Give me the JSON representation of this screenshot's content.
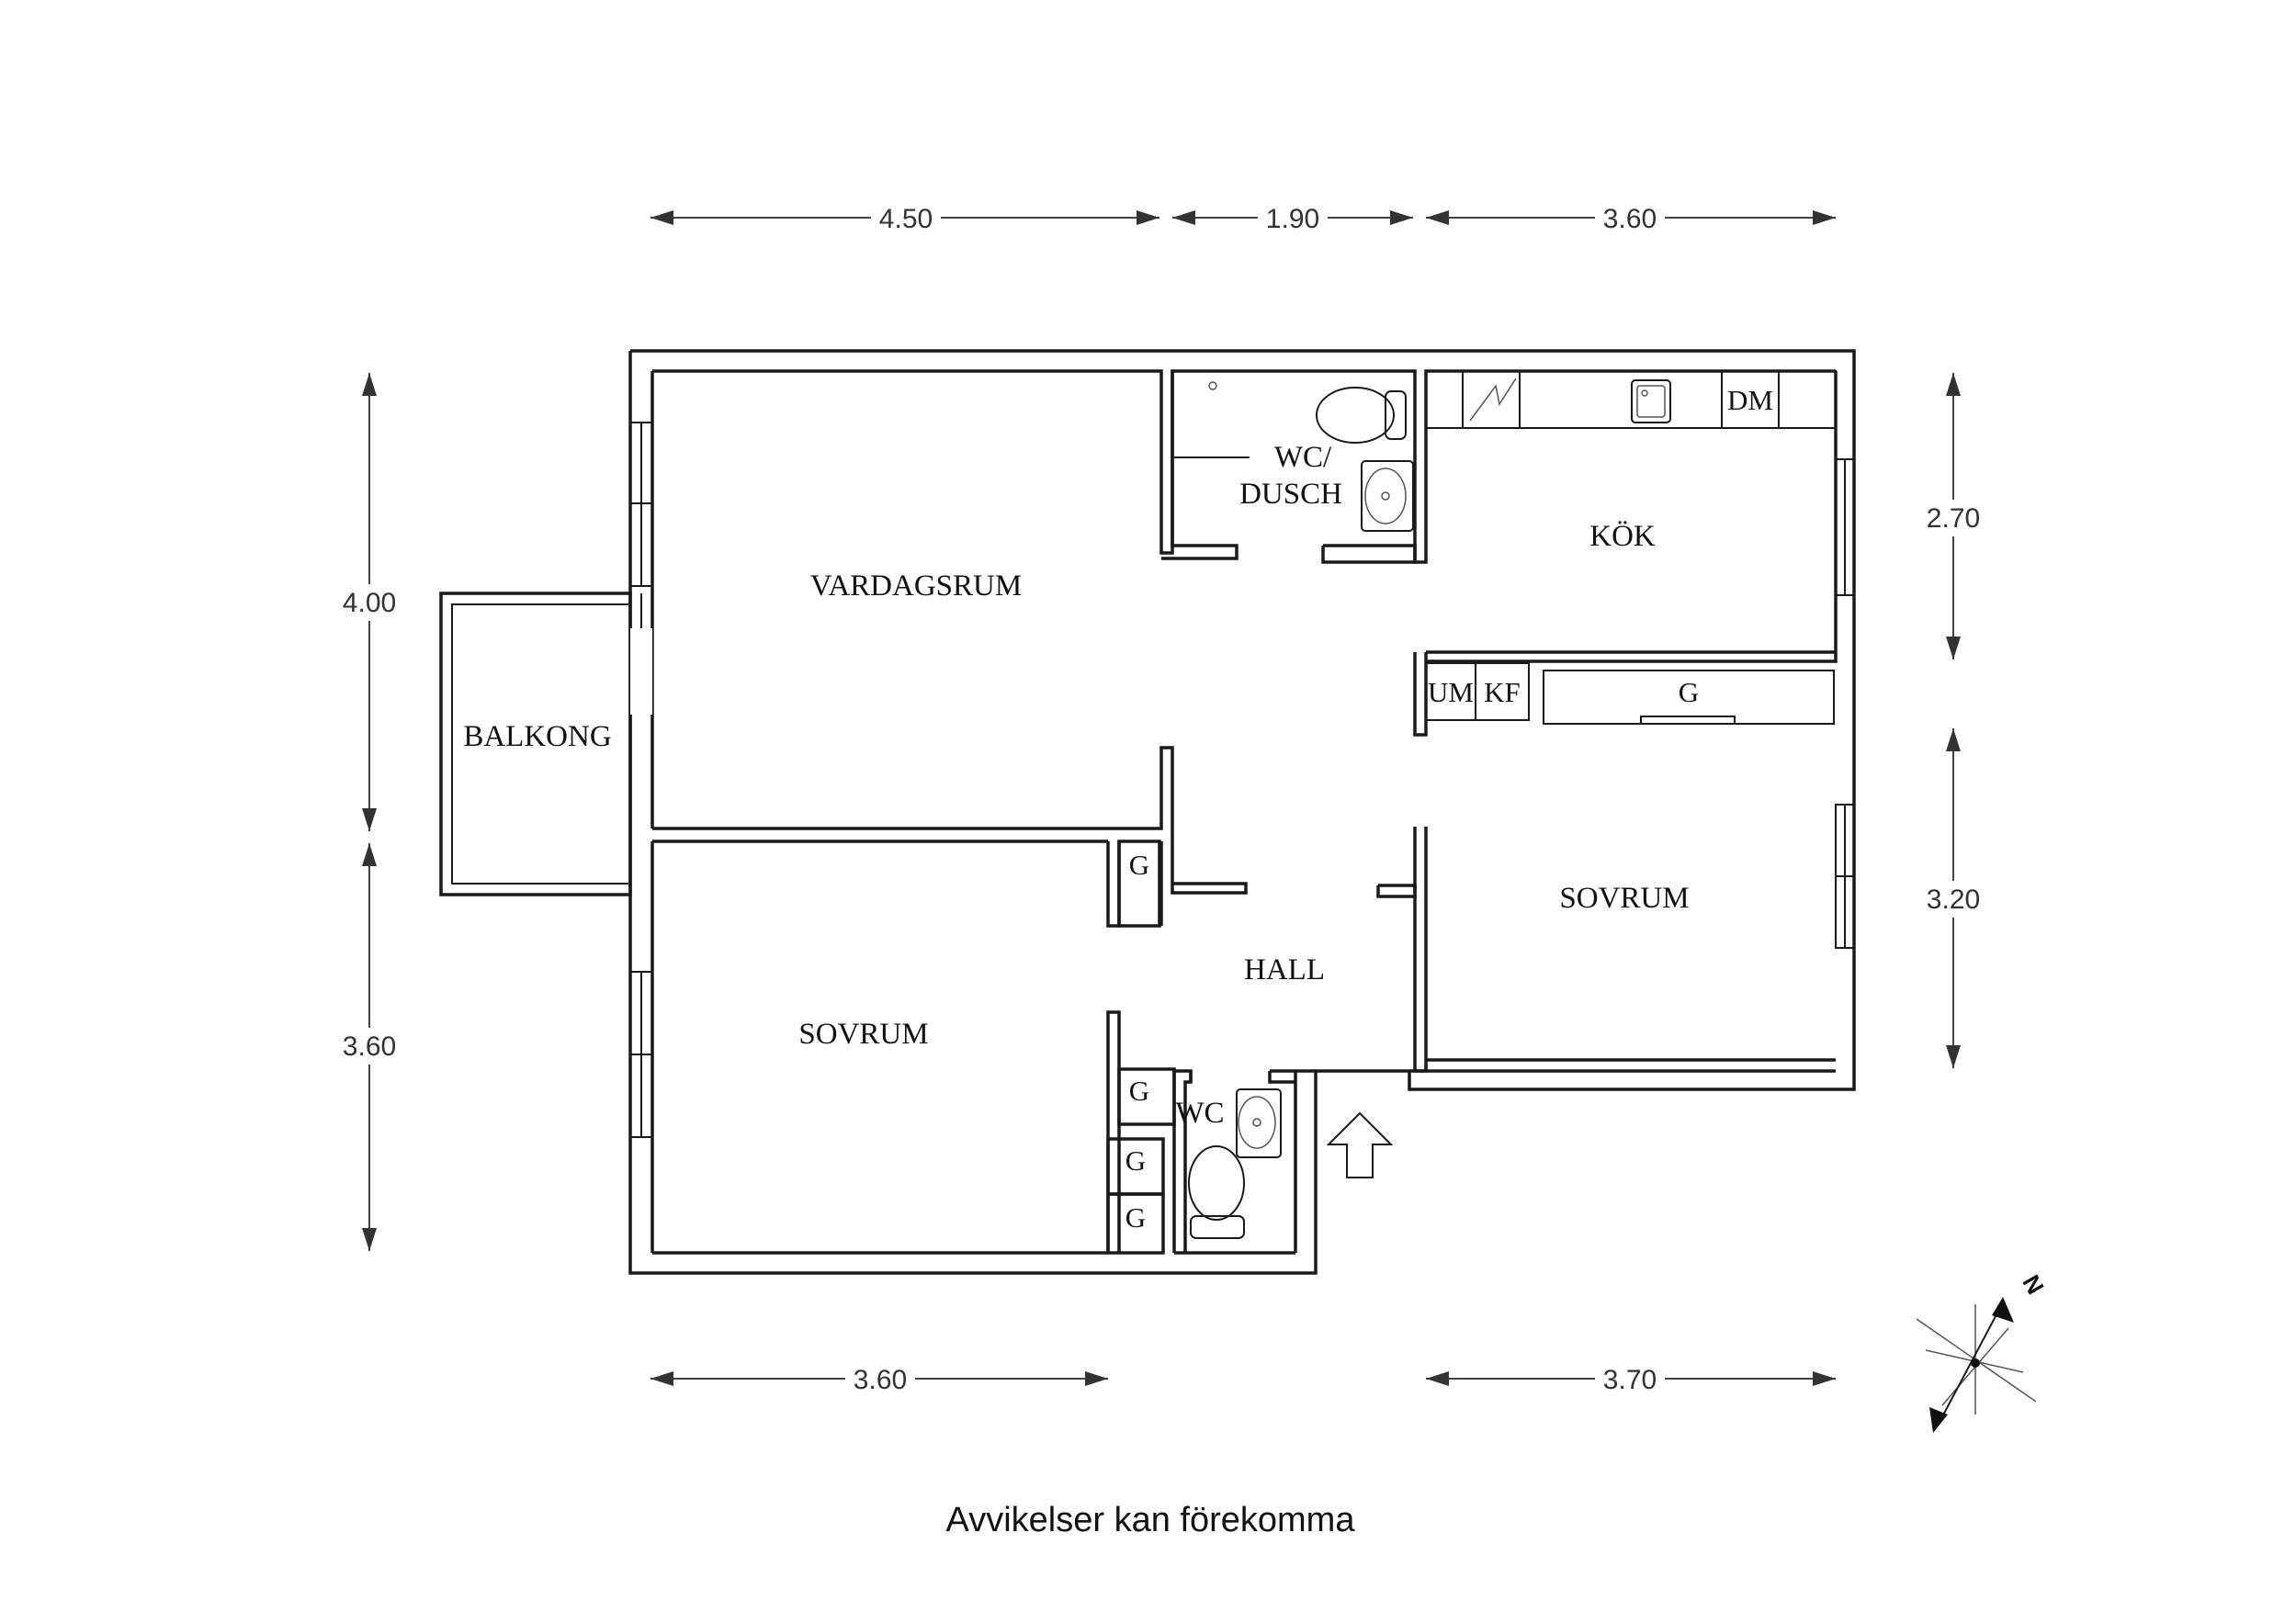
{
  "rooms": {
    "balkong": "BALKONG",
    "vardagsrum": "VARDAGSRUM",
    "wc_dusch_1": "WC/",
    "wc_dusch_2": "DUSCH",
    "kok": "KÖK",
    "hall": "HALL",
    "sovrum_left": "SOVRUM",
    "sovrum_right": "SOVRUM",
    "wc": "WC"
  },
  "fixtures": {
    "dm": "DM",
    "um": "UM",
    "kf": "KF",
    "g_kitchen": "G",
    "g_hall": "G",
    "g_bed1": "G",
    "g_bed2": "G",
    "g_bed3": "G"
  },
  "dimensions": {
    "top": [
      "4.50",
      "1.90",
      "3.60"
    ],
    "bottom": [
      "3.60",
      "3.70"
    ],
    "left": [
      "4.00",
      "3.60"
    ],
    "right": [
      "2.70",
      "3.20"
    ]
  },
  "compass": {
    "label": "N"
  },
  "footer": {
    "note": "Avvikelser kan förekomma"
  }
}
